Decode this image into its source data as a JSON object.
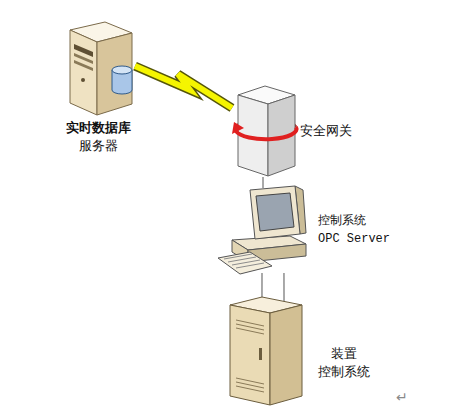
{
  "diagram": {
    "nodes": [
      {
        "text": [
          "实时数据库",
          "服务器"
        ]
      },
      {
        "text": [
          "安全网关"
        ]
      },
      {
        "text": [
          "控制系统 OPC Server"
        ]
      },
      {
        "text": [
          "装置 控制系统"
        ]
      }
    ],
    "edges": [
      {
        "from": 0,
        "to": 1,
        "arrow": "none"
      },
      {
        "from": 1,
        "to": 2,
        "arrow": "none"
      },
      {
        "from": 2,
        "to": 3,
        "arrow": "none"
      },
      {
        "from": 2,
        "to": 3,
        "arrow": "none"
      }
    ],
    "labels": [
      "↵"
    ]
  }
}
